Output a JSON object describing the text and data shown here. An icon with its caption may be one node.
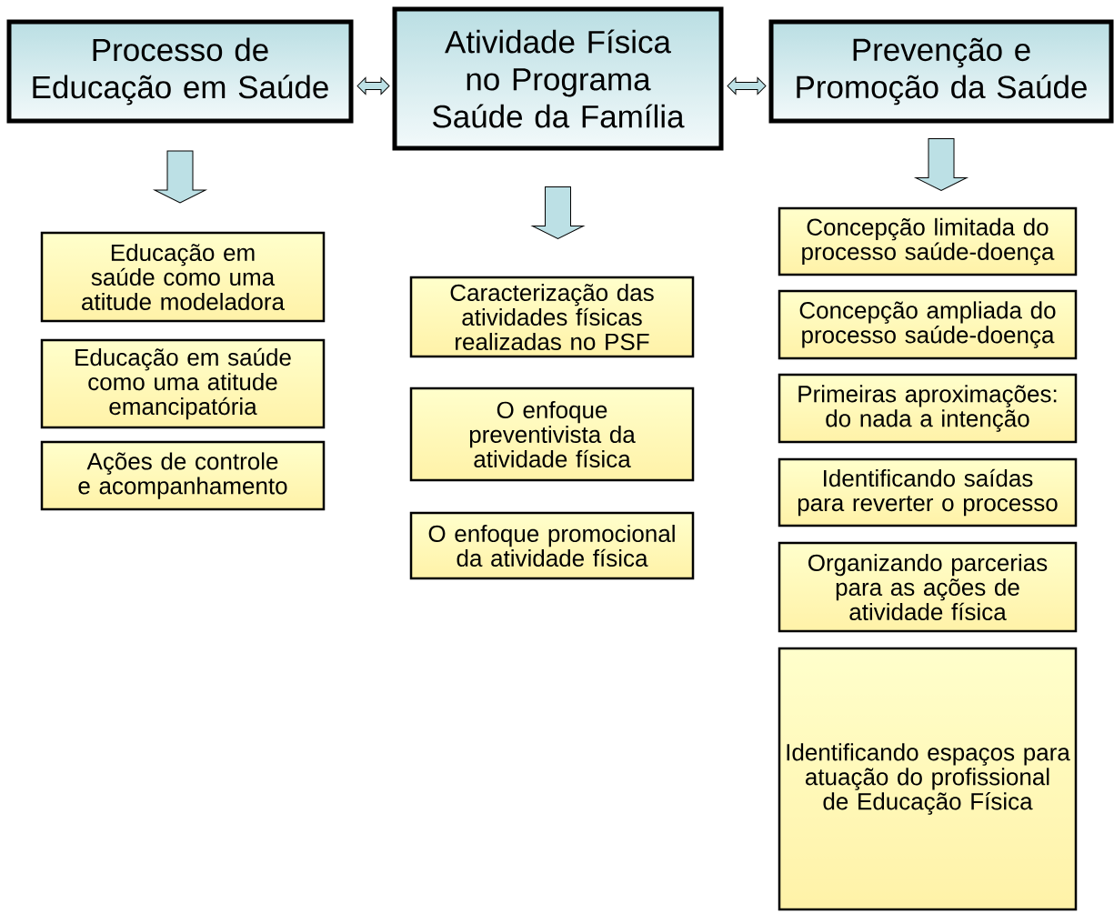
{
  "diagram": {
    "nodes": [
      {
        "text": [
          "Processo de Educação em Saúde"
        ]
      },
      {
        "text": [
          "Atividade Física no Programa Saúde da Família"
        ]
      },
      {
        "text": [
          "Prevenção e Promoção da Saúde"
        ]
      },
      {
        "text": [
          "Educação em saúde como uma atitude modeladora"
        ]
      },
      {
        "text": [
          "Educação em saúde como uma atitude emancipatória"
        ]
      },
      {
        "text": [
          "Ações de controle e acompanhamento"
        ]
      },
      {
        "text": [
          "Caracterização das atividades físicas realizadas no PSF"
        ]
      },
      {
        "text": [
          "O enfoque preventivista da atividade física"
        ]
      },
      {
        "text": [
          "O enfoque promocional da atividade física"
        ]
      },
      {
        "text": [
          "Concepção limitada do processo saúde-doença"
        ]
      },
      {
        "text": [
          "Concepção ampliada do processo saúde-doença"
        ]
      },
      {
        "text": [
          "Primeiras aproximações: do nada a intenção"
        ]
      },
      {
        "text": [
          "Identificando saídas para reverter o processo"
        ]
      },
      {
        "text": [
          "Organizando parcerias para as ações de atividade física"
        ]
      },
      {
        "text": [
          "Identificando espaços para atuação do profissional de Educação Física"
        ]
      }
    ],
    "edges": [
      {
        "from": 0,
        "to": 1,
        "arrow": "both"
      },
      {
        "from": 1,
        "to": 2,
        "arrow": "both"
      },
      {
        "from": 0,
        "to": 3,
        "arrow": "to"
      },
      {
        "from": 1,
        "to": 6,
        "arrow": "to"
      },
      {
        "from": 2,
        "to": 9,
        "arrow": "to"
      }
    ]
  }
}
